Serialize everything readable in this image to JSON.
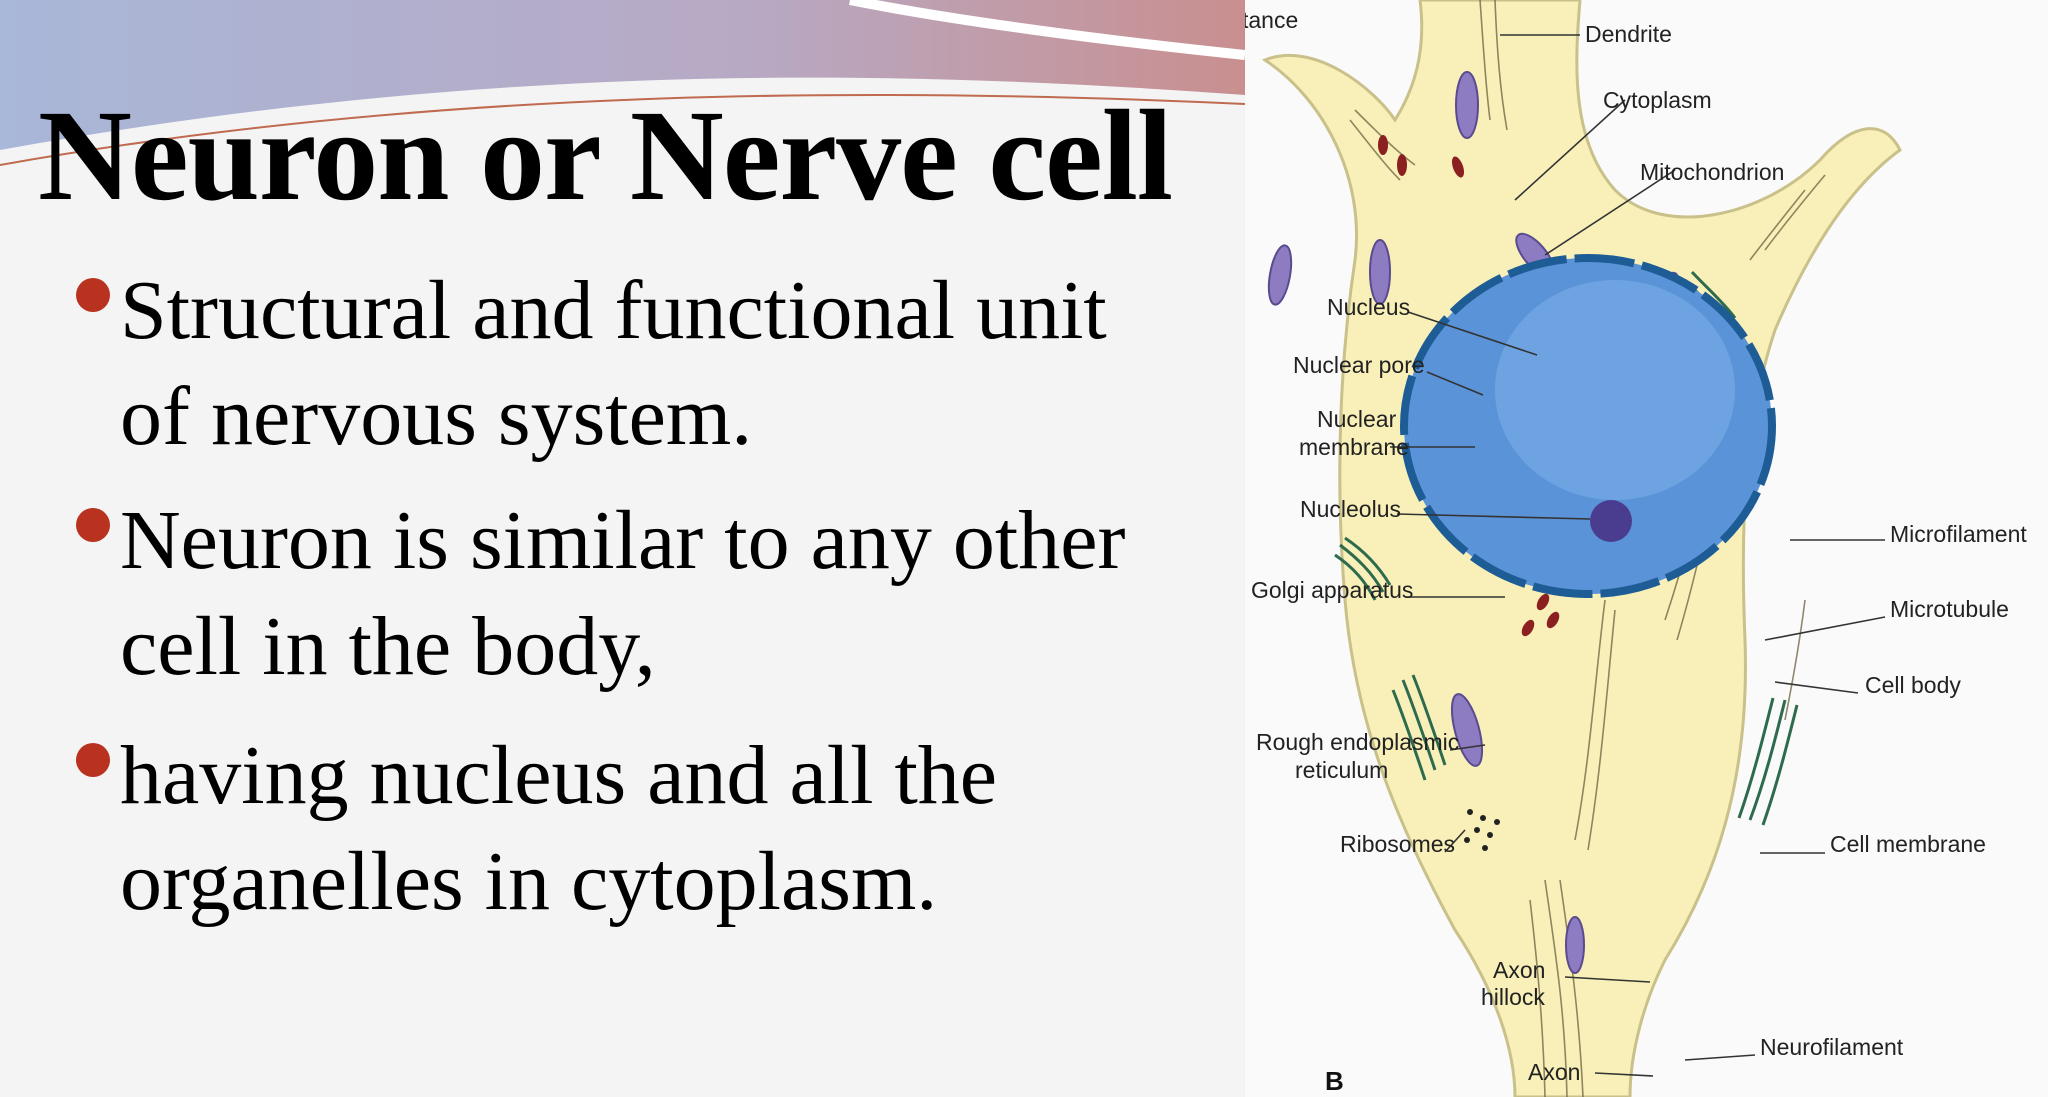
{
  "slide": {
    "title": "Neuron or Nerve cell",
    "bullets": [
      {
        "line1": "Structural and functional unit",
        "line2": "of nervous system."
      },
      {
        "line1": " Neuron is similar to any other",
        "line2": "cell in the body,"
      },
      {
        "line1": "having nucleus and all the",
        "line2": "organelles in cytoplasm."
      }
    ],
    "bullet_color": "#b8321f"
  },
  "diagram": {
    "cropped_label": "tance",
    "panel_letter": "B",
    "labels": {
      "dendrite": "Dendrite",
      "cytoplasm": "Cytoplasm",
      "mitochondrion": "Mitochondrion",
      "nucleus": "Nucleus",
      "nuclear_pore": "Nuclear pore",
      "nuclear_membrane_1": "Nuclear",
      "nuclear_membrane_2": "membrane",
      "nucleolus": "Nucleolus",
      "golgi": "Golgi apparatus",
      "rer_1": "Rough endoplasmic",
      "rer_2": "reticulum",
      "ribosomes": "Ribosomes",
      "axon_hillock_1": "Axon",
      "axon_hillock_2": "hillock",
      "axon": "Axon",
      "microfilament": "Microfilament",
      "microtubule": "Microtubule",
      "cell_body": "Cell body",
      "cell_membrane": "Cell membrane",
      "neurofilament": "Neurofilament"
    },
    "colors": {
      "cytoplasm_fill": "#f8f0b8",
      "cell_outline": "#c9c08a",
      "nucleus_fill": "#5b93d8",
      "nuclear_membrane": "#1e5c96",
      "nucleolus": "#4a3d8f",
      "mitochondria": "#8e7cc3",
      "er": "#2e6b4e",
      "granules": "#8a2020"
    }
  }
}
